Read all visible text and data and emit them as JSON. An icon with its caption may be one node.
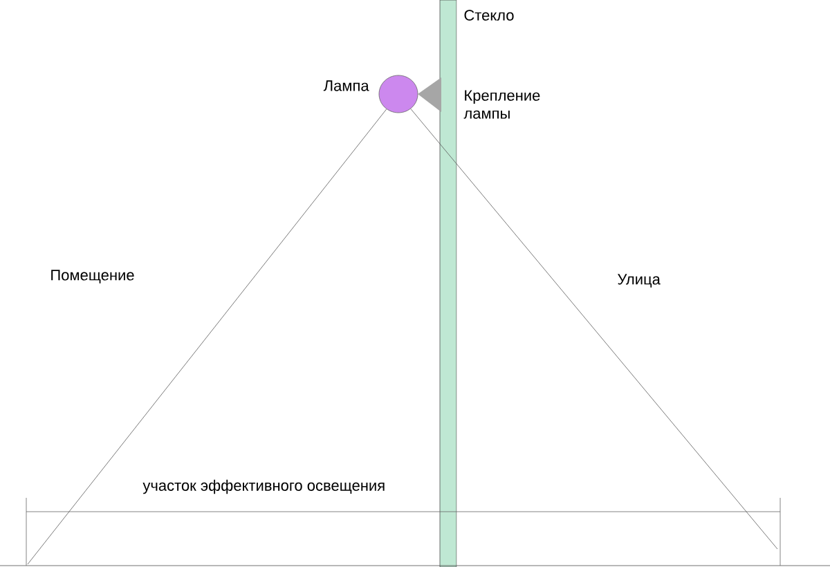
{
  "diagram": {
    "nodes": [
      {
        "text": [],
        "shape": "bar",
        "beside": [
          "Стекло"
        ]
      },
      {
        "text": [],
        "shape": "circle",
        "beside": [
          "Лампа"
        ]
      }
    ],
    "edges": [
      {
        "from": 1,
        "to": null,
        "arrow": "none"
      },
      {
        "from": 1,
        "to": null,
        "arrow": "none"
      }
    ],
    "labels": [
      "Крепление лампы",
      "Помещение",
      "Улица",
      "участок эффективного освещения"
    ]
  }
}
